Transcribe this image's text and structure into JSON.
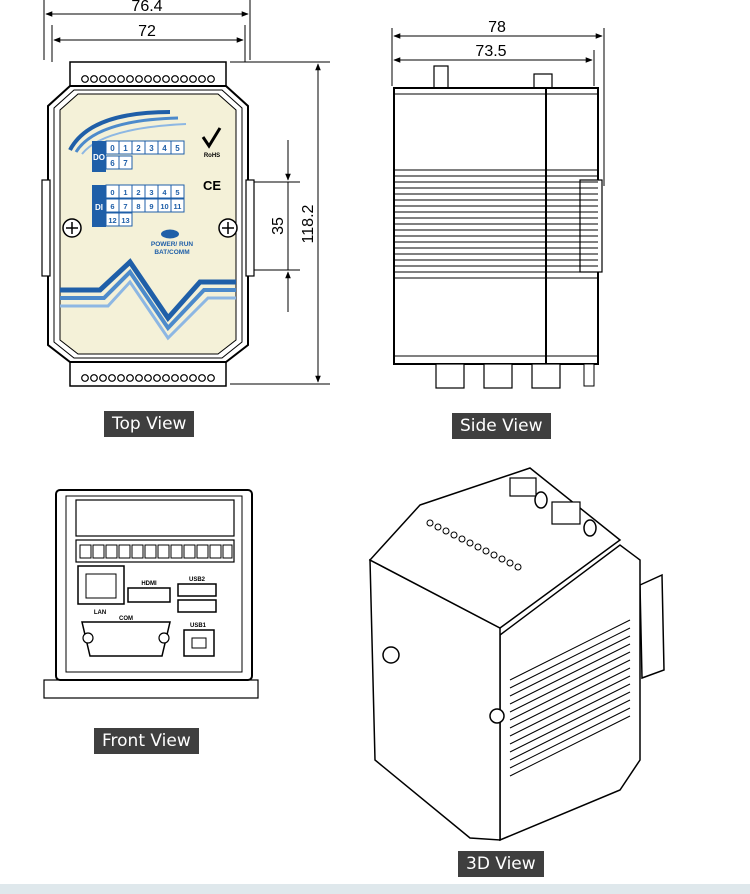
{
  "views": {
    "top": {
      "label": "Top View"
    },
    "side": {
      "label": "Side View"
    },
    "front": {
      "label": "Front View"
    },
    "iso": {
      "label": "3D View"
    }
  },
  "dimensions": {
    "top_width_overall": "76.4",
    "top_width_body": "72",
    "top_height_overall": "118.2",
    "top_height_rail": "35",
    "side_width_overall": "78",
    "side_width_body": "73.5"
  },
  "panel": {
    "do_label": "DO",
    "di_label": "DI",
    "do_cells_row1": [
      "0",
      "1",
      "2",
      "3",
      "4",
      "5"
    ],
    "do_cells_row2": [
      "6",
      "7"
    ],
    "di_cells_row1": [
      "0",
      "1",
      "2",
      "3",
      "4",
      "5"
    ],
    "di_cells_row2": [
      "6",
      "7",
      "8",
      "9",
      "10",
      "11"
    ],
    "di_cells_row3": [
      "12",
      "13"
    ],
    "led_label_1": "POWER/ RUN",
    "led_label_2": "BAT/COMM",
    "rohs": "RoHS",
    "ce": "CE"
  },
  "ports": {
    "lan": "LAN",
    "hdmi": "HDMI",
    "usb2": "USB2",
    "usb1": "USB1",
    "com": "COM"
  },
  "colors": {
    "panel": "#f4f1d8",
    "accent_blue": "#1f5fa8",
    "label_bg": "#3f3f3f"
  }
}
